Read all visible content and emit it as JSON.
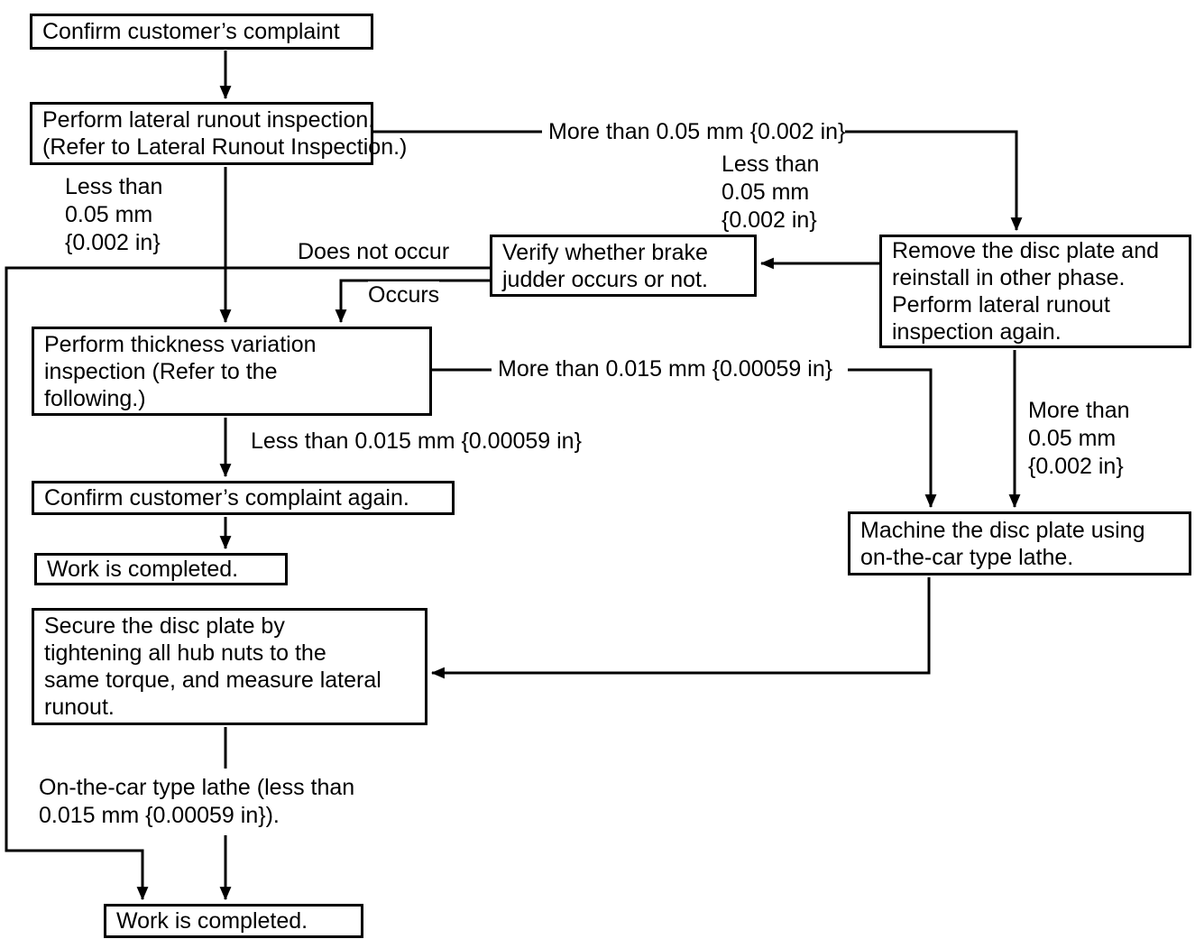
{
  "page": {
    "background_color": "#ffffff",
    "line_color": "#000000",
    "text_color": "#000000"
  },
  "nodes": {
    "confirm_complaint": {
      "label": "Confirm customer’s complaint"
    },
    "lateral_runout_inspection": {
      "label": "Perform lateral runout inspection.\n(Refer to Lateral Runout Inspection.)"
    },
    "verify_brake_judder": {
      "label": "Verify whether brake\njudder occurs or not."
    },
    "remove_disc_plate": {
      "label": "Remove the disc plate and\nreinstall in other phase.\nPerform lateral runout\ninspection again."
    },
    "thickness_variation_inspection": {
      "label": "Perform thickness variation\ninspection (Refer to the\nfollowing.)"
    },
    "confirm_complaint_again": {
      "label": "Confirm customer’s complaint again."
    },
    "work_completed_1": {
      "label": "Work is completed."
    },
    "secure_disc_plate": {
      "label": "Secure the disc plate by\ntightening all hub nuts to the\nsame torque, and measure lateral\nrunout."
    },
    "machine_disc_plate": {
      "label": "Machine the disc plate using\non-the-car type lathe."
    },
    "work_completed_2": {
      "label": "Work is completed."
    }
  },
  "edge_labels": {
    "less_than_005_left": {
      "label": "Less than\n0.05 mm\n{0.002 in}"
    },
    "more_than_005_top": {
      "label": "More than 0.05 mm {0.002 in}"
    },
    "less_than_005_mid": {
      "label": "Less than\n0.05 mm\n{0.002 in}"
    },
    "does_not_occur": {
      "label": "Does not occur"
    },
    "occurs": {
      "label": "Occurs"
    },
    "more_than_0015": {
      "label": "More than 0.015 mm {0.00059 in}"
    },
    "less_than_0015": {
      "label": "Less than 0.015 mm {0.00059 in}"
    },
    "more_than_005_right": {
      "label": "More than\n0.05 mm\n{0.002 in}"
    },
    "on_the_car_lathe": {
      "label": "On-the-car type lathe (less than\n0.015 mm {0.00059 in})."
    }
  }
}
